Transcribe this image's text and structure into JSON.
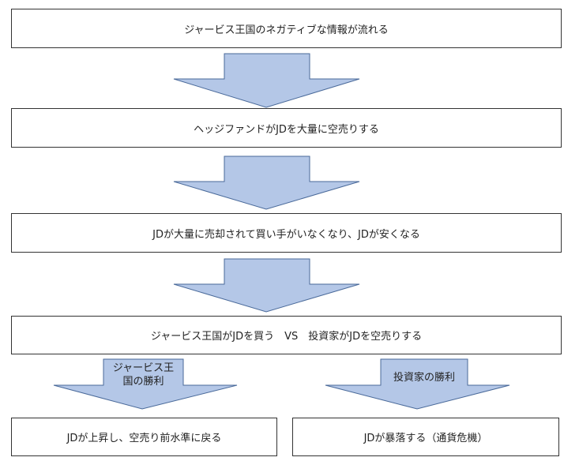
{
  "steps": [
    "ジャービス王国のネガティブな情報が流れる",
    "ヘッジファンドがJDを大量に空売りする",
    "JDが大量に売却されて買い手がいなくなり、JDが安くなる",
    "ジャービス王国がJDを買う　VS　投資家がJDを空売りする"
  ],
  "branches": {
    "left_label": "ジャービス王\n国の勝利",
    "left_label_line1": "ジャービス王",
    "left_label_line2": "国の勝利",
    "right_label": "投資家の勝利",
    "left_result": "JDが上昇し、空売り前水準に戻る",
    "right_result": "JDが暴落する（通貨危機）"
  },
  "colors": {
    "arrow_fill": "#b4c7e7",
    "arrow_stroke": "#4a6a9a",
    "box_border": "#333333"
  }
}
